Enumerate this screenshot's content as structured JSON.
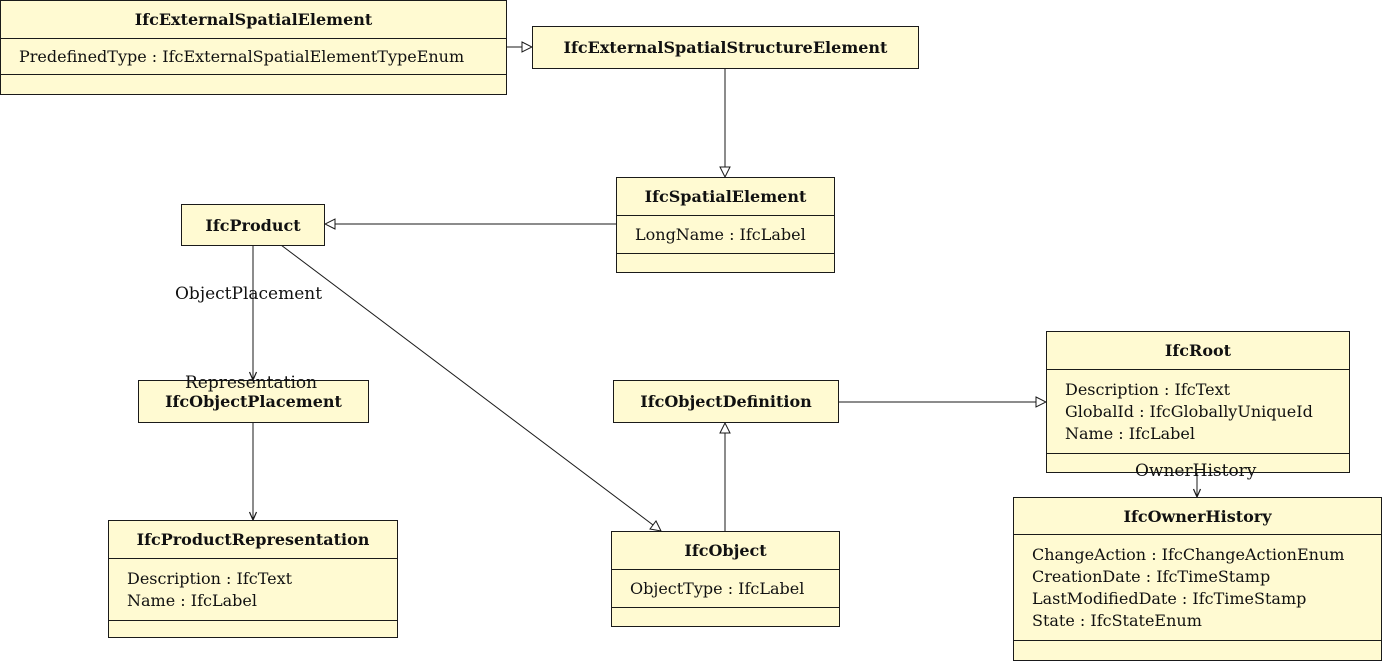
{
  "classes": {
    "ext_spatial_element": {
      "name": "IfcExternalSpatialElement",
      "attributes": [
        "PredefinedType : IfcExternalSpatialElementTypeEnum"
      ]
    },
    "ext_spatial_structure_element": {
      "name": "IfcExternalSpatialStructureElement"
    },
    "spatial_element": {
      "name": "IfcSpatialElement",
      "attributes": [
        "LongName : IfcLabel"
      ]
    },
    "product": {
      "name": "IfcProduct"
    },
    "object_placement": {
      "name": "IfcObjectPlacement"
    },
    "product_representation": {
      "name": "IfcProductRepresentation",
      "attributes": [
        "Description : IfcText",
        "Name : IfcLabel"
      ]
    },
    "object_definition": {
      "name": "IfcObjectDefinition"
    },
    "object": {
      "name": "IfcObject",
      "attributes": [
        "ObjectType : IfcLabel"
      ]
    },
    "root": {
      "name": "IfcRoot",
      "attributes": [
        "Description : IfcText",
        "GlobalId : IfcGloballyUniqueId",
        "Name : IfcLabel"
      ]
    },
    "owner_history": {
      "name": "IfcOwnerHistory",
      "attributes": [
        "ChangeAction : IfcChangeActionEnum",
        "CreationDate : IfcTimeStamp",
        "LastModifiedDate : IfcTimeStamp",
        "State : IfcStateEnum"
      ]
    }
  },
  "associations": {
    "object_placement": "ObjectPlacement",
    "representation": "Representation",
    "owner_history": "OwnerHistory"
  },
  "colors": {
    "class_fill": "#fffad2",
    "line": "#1a1a1a"
  }
}
